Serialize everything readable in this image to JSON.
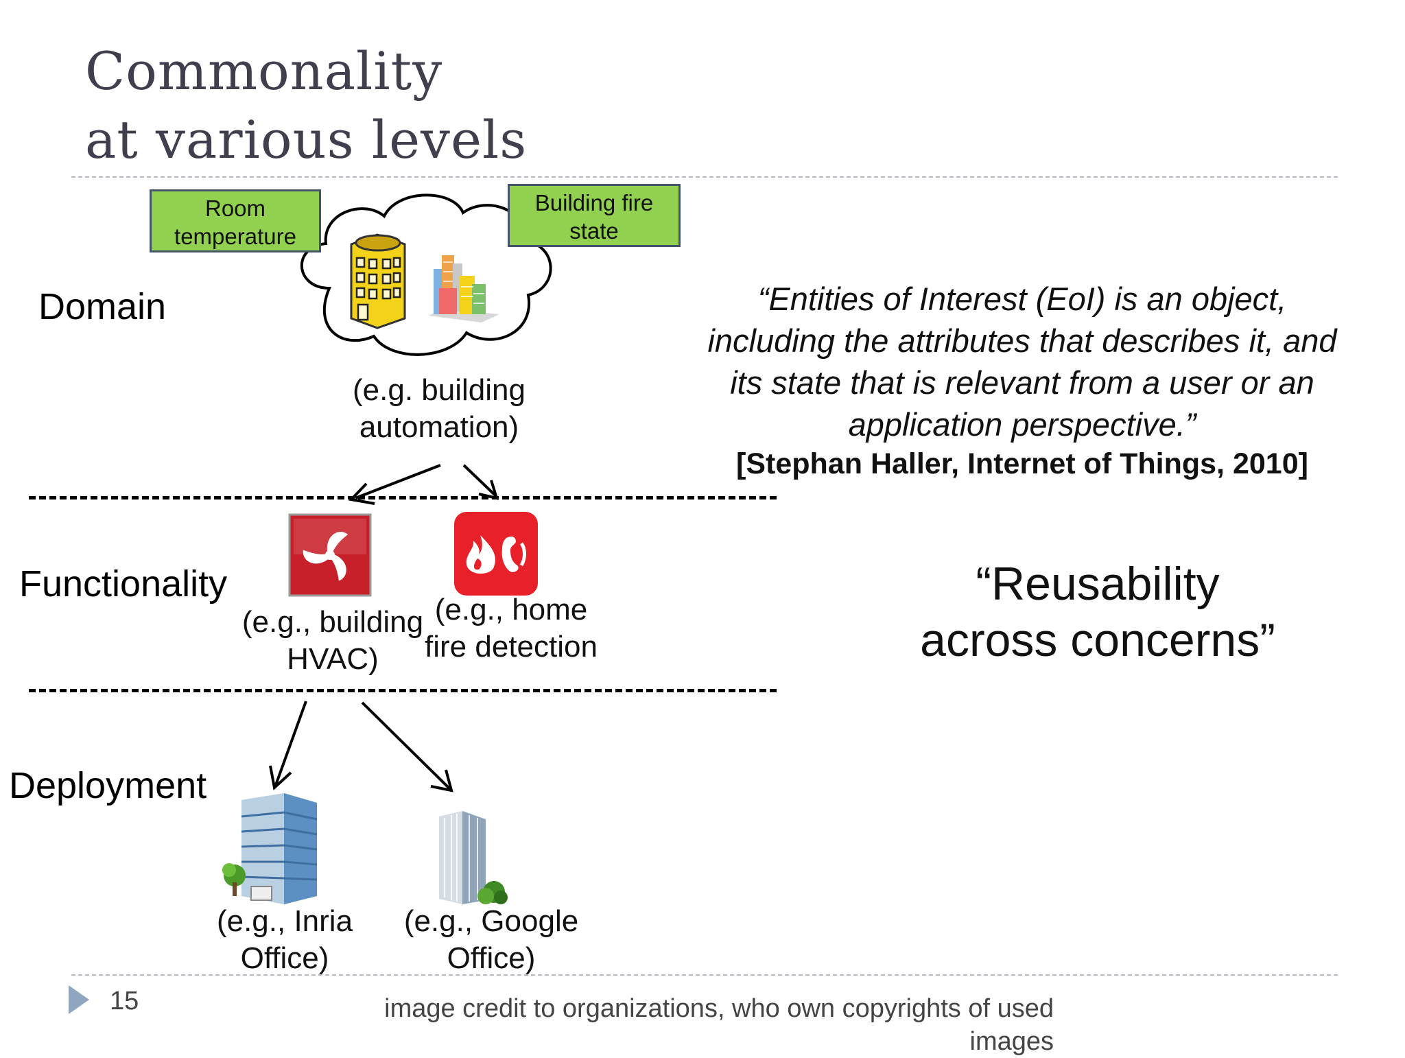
{
  "slide": {
    "title_line1": "Commonality",
    "title_line2": "at various levels",
    "levels": {
      "domain": "Domain",
      "functionality": "Functionality",
      "deployment": "Deployment"
    },
    "tags": {
      "room_temperature": "Room temperature",
      "building_fire_state": "Building fire state"
    },
    "captions": {
      "building_automation_line1": "(e.g.  building",
      "building_automation_line2": "automation)",
      "hvac_line1": "(e.g., building",
      "hvac_line2": "HVAC)",
      "fire_line1": "(e.g.,  home",
      "fire_line2": "fire detection",
      "inria_line1": "(e.g.,  Inria",
      "inria_line2": "Office)",
      "google_line1": "(e.g.,  Google",
      "google_line2": "Office)"
    },
    "quote": {
      "line1": "“Entities of  Interest (EoI)  is an object,",
      "line2": "including the attributes that describes it,  and",
      "line3": "its state that  is relevant from  a user or an",
      "line4": "application perspective.”",
      "citation": "[Stephan Haller,  Internet of Things,  2010]"
    },
    "reusability": {
      "line1": "“Reusability",
      "line2": "across concerns”"
    },
    "footer": {
      "page_number": "15",
      "credit_line1": "image credit to organizations,  who own copyrights of used",
      "credit_line2": "images"
    },
    "icons": [
      "cloud-icon",
      "yellow-building-icon",
      "city-icon",
      "hvac-fan-icon",
      "fire-alarm-icon",
      "office-building-icon",
      "tower-building-icon",
      "slide-bullet-triangle-icon"
    ],
    "colors": {
      "tag_fill": "#92d050",
      "tag_border": "#44546a",
      "title_text": "#3f3f4d",
      "hvac_red": "#c8202a",
      "fire_red": "#e8202a",
      "bullet": "#8fa5c0"
    }
  }
}
